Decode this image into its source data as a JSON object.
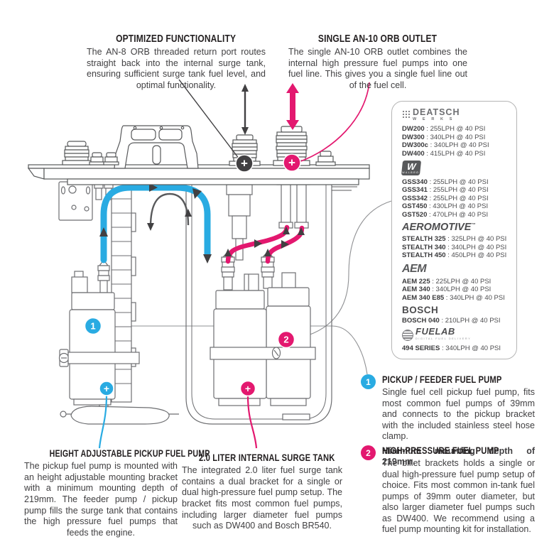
{
  "colors": {
    "cyan": "#29abe2",
    "magenta": "#e3186f",
    "dark": "#414042",
    "line": "#6d6e71"
  },
  "sections": {
    "optimized": {
      "title": "OPTIMIZED FUNCTIONALITY",
      "body": "The AN-8 ORB threaded return port routes straight back into the internal surge tank, ensuring sufficient surge tank fuel level, and optimal functionality."
    },
    "outlet": {
      "title": "SINGLE AN-10 ORB OUTLET",
      "body": "The single AN-10 ORB outlet combines the internal high pressure fuel pumps into one fuel line. This gives you a single fuel line out of the fuel cell."
    },
    "height_adjustable": {
      "title": "HEIGHT ADJUSTABLE PICKUP FUEL PUMP",
      "body": "The pickup fuel pump is mounted with an height adjustable mounting bracket with a minimum mounting depth of 219mm. The feeder pump / pickup pump fills the surge tank that contains the high pressure fuel pumps that feeds the engine."
    },
    "surge_tank": {
      "title": "2.0 LITER INTERNAL SURGE TANK",
      "body": "The integrated 2.0 liter fuel surge tank contains a dual bracket for a single or dual high-pressure fuel pump setup. The bracket fits most common fuel pumps, including larger diameter fuel pumps such as DW400 and Bosch BR540."
    }
  },
  "callouts": [
    {
      "number": "1",
      "title": "PICKUP / FEEDER FUEL PUMP",
      "body": "Single fuel cell pickup fuel pump, fits most common fuel pumps of 39mm and connects to the pickup bracket with the included stainless steel hose clamp.",
      "note": "Minimum mounting depth of 219mm."
    },
    {
      "number": "2",
      "title": "HIGH-PRESSURE FUEL PUMP",
      "body": "The billet brackets holds a single or dual high-pressure fuel pump setup of choice. Fits most common in-tank fuel pumps of 39mm outer diameter, but also larger diameter fuel pumps such as DW400. We recommend using a fuel pump mounting kit for installation."
    }
  ],
  "compat": {
    "brands": [
      {
        "name": "DeatschWerks",
        "logo": "DEATSCH",
        "logo_sub": "W E R K S",
        "pumps": [
          {
            "m": "DW200",
            "s": ": 255LPH @ 40 PSI"
          },
          {
            "m": "DW300",
            "s": ": 340LPH @ 40 PSI"
          },
          {
            "m": "DW300c",
            "s": ": 340LPH @ 40 PSI"
          },
          {
            "m": "DW400",
            "s": ": 415LPH @ 40 PSI"
          }
        ]
      },
      {
        "name": "Walbro",
        "logo": "W",
        "logo_sub": "WALBRO",
        "pumps": [
          {
            "m": "GSS340",
            "s": ": 255LPH @ 40 PSI"
          },
          {
            "m": "GSS341",
            "s": ": 255LPH @ 40 PSI"
          },
          {
            "m": "GSS342",
            "s": ": 255LPH @ 40 PSI"
          },
          {
            "m": "GST450",
            "s": ": 430LPH @ 40 PSI"
          },
          {
            "m": "GST520",
            "s": ": 470LPH @ 40 PSI"
          }
        ]
      },
      {
        "name": "Aeromotive",
        "logo": "AEROMOTIVE",
        "tm": "™",
        "pumps": [
          {
            "m": "STEALTH 325",
            "s": ": 325LPH @ 40 PSI"
          },
          {
            "m": "STEALTH 340",
            "s": ": 340LPH @ 40 PSI"
          },
          {
            "m": "STEALTH 450",
            "s": ": 450LPH @ 40 PSI"
          }
        ]
      },
      {
        "name": "AEM",
        "logo": "AEM",
        "pumps": [
          {
            "m": "AEM 225",
            "s": ": 225LPH @ 40 PSI"
          },
          {
            "m": "AEM 340",
            "s": ": 340LPH @ 40 PSI"
          },
          {
            "m": "AEM 340 E85",
            "s": ": 340LPH @ 40 PSI"
          }
        ]
      },
      {
        "name": "Bosch",
        "logo": "BOSCH",
        "pumps": [
          {
            "m": "BOSCH 040",
            "s": ": 210LPH @ 40 PSI"
          }
        ]
      },
      {
        "name": "Fuelab",
        "logo": "FUELAB",
        "logo_sub": "DIGITAL FUEL DELIVERY",
        "pumps": [
          {
            "m": "494 SERIES",
            "s": ": 340LPH @ 40 PSI"
          }
        ]
      }
    ]
  },
  "markers": {
    "plus_return": "+",
    "plus_outlet": "+",
    "plus_pickup": "+",
    "plus_surge": "+",
    "num_pickup": "1",
    "num_highpressure": "2"
  }
}
